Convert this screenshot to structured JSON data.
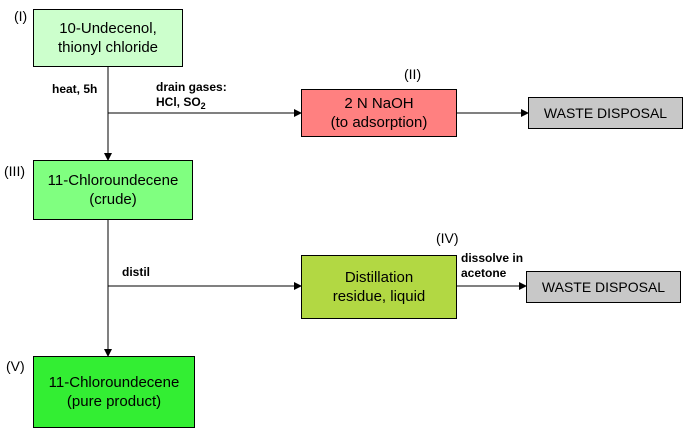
{
  "nodes": {
    "n1": {
      "numeral": "(I)",
      "line1": "10-Undecenol,",
      "line2": "thionyl chloride",
      "color": "#CCFFCC"
    },
    "n2": {
      "numeral": "(II)",
      "line1": "2 N NaOH",
      "line2": "(to adsorption)",
      "color": "#FF8080"
    },
    "n3": {
      "numeral": "(III)",
      "line1": "11-Chloroundecene",
      "line2": "(crude)",
      "color": "#80FF80"
    },
    "n4": {
      "numeral": "(IV)",
      "line1": "Distillation",
      "line2": "residue, liquid",
      "color": "#B2D843"
    },
    "n5": {
      "numeral": "(V)",
      "line1": "11-Chloroundecene",
      "line2": "(pure product)",
      "color": "#33EE33"
    },
    "w1": {
      "label": "WASTE DISPOSAL",
      "color": "#C8C8C8"
    },
    "w2": {
      "label": "WASTE DISPOSAL",
      "color": "#C8C8C8"
    }
  },
  "edges": {
    "heat": "heat, 5h",
    "drain_line1": "drain gases:",
    "drain_line2_prefix": "HCl, SO",
    "drain_line2_sub": "2",
    "distil": "distil",
    "dissolve_line1": "dissolve in",
    "dissolve_line2": "acetone"
  }
}
